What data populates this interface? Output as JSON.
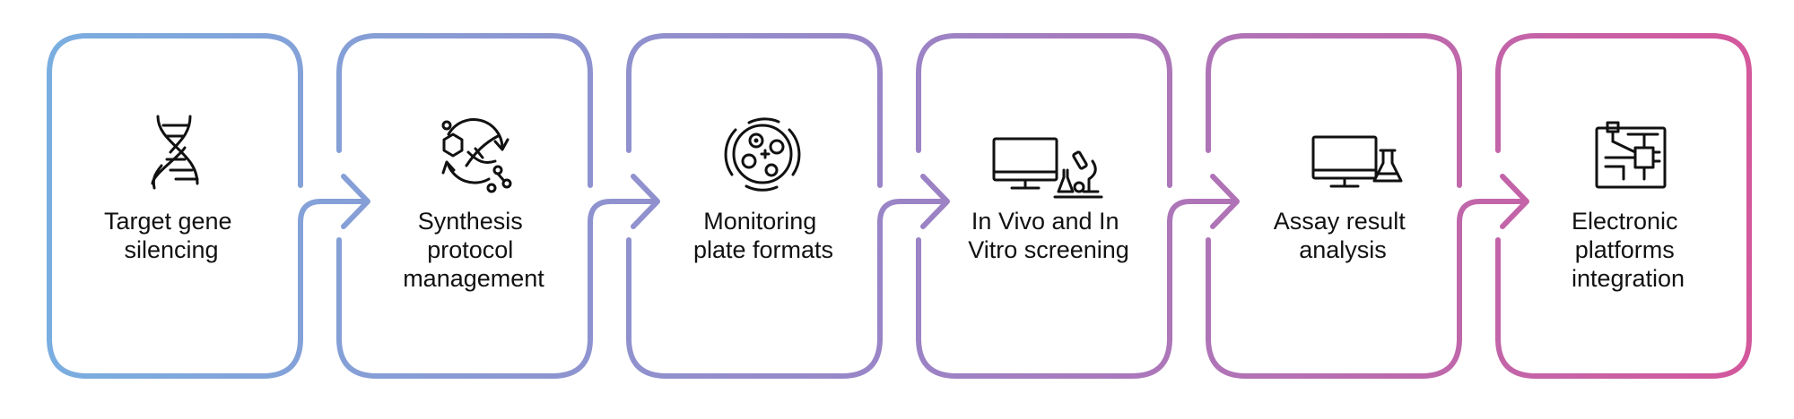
{
  "colors": {
    "gradient_start": "#7aaee0",
    "gradient_mid": "#9a84c6",
    "gradient_end": "#d4579c",
    "icon": "#111111",
    "text": "#111111"
  },
  "steps": [
    {
      "lines": [
        "Target gene",
        "silencing"
      ],
      "icon": "dna-helix-icon"
    },
    {
      "lines": [
        "Synthesis",
        "protocol",
        "management"
      ],
      "icon": "synthesis-cycle-icon"
    },
    {
      "lines": [
        "Monitoring",
        "plate formats"
      ],
      "icon": "petri-dish-icon"
    },
    {
      "lines": [
        "In Vivo and In",
        "Vitro screening"
      ],
      "icon": "monitor-microscope-icon"
    },
    {
      "lines": [
        "Assay result",
        "analysis"
      ],
      "icon": "monitor-flask-icon"
    },
    {
      "lines": [
        "Electronic",
        "platforms",
        "integration"
      ],
      "icon": "circuit-board-icon"
    }
  ]
}
